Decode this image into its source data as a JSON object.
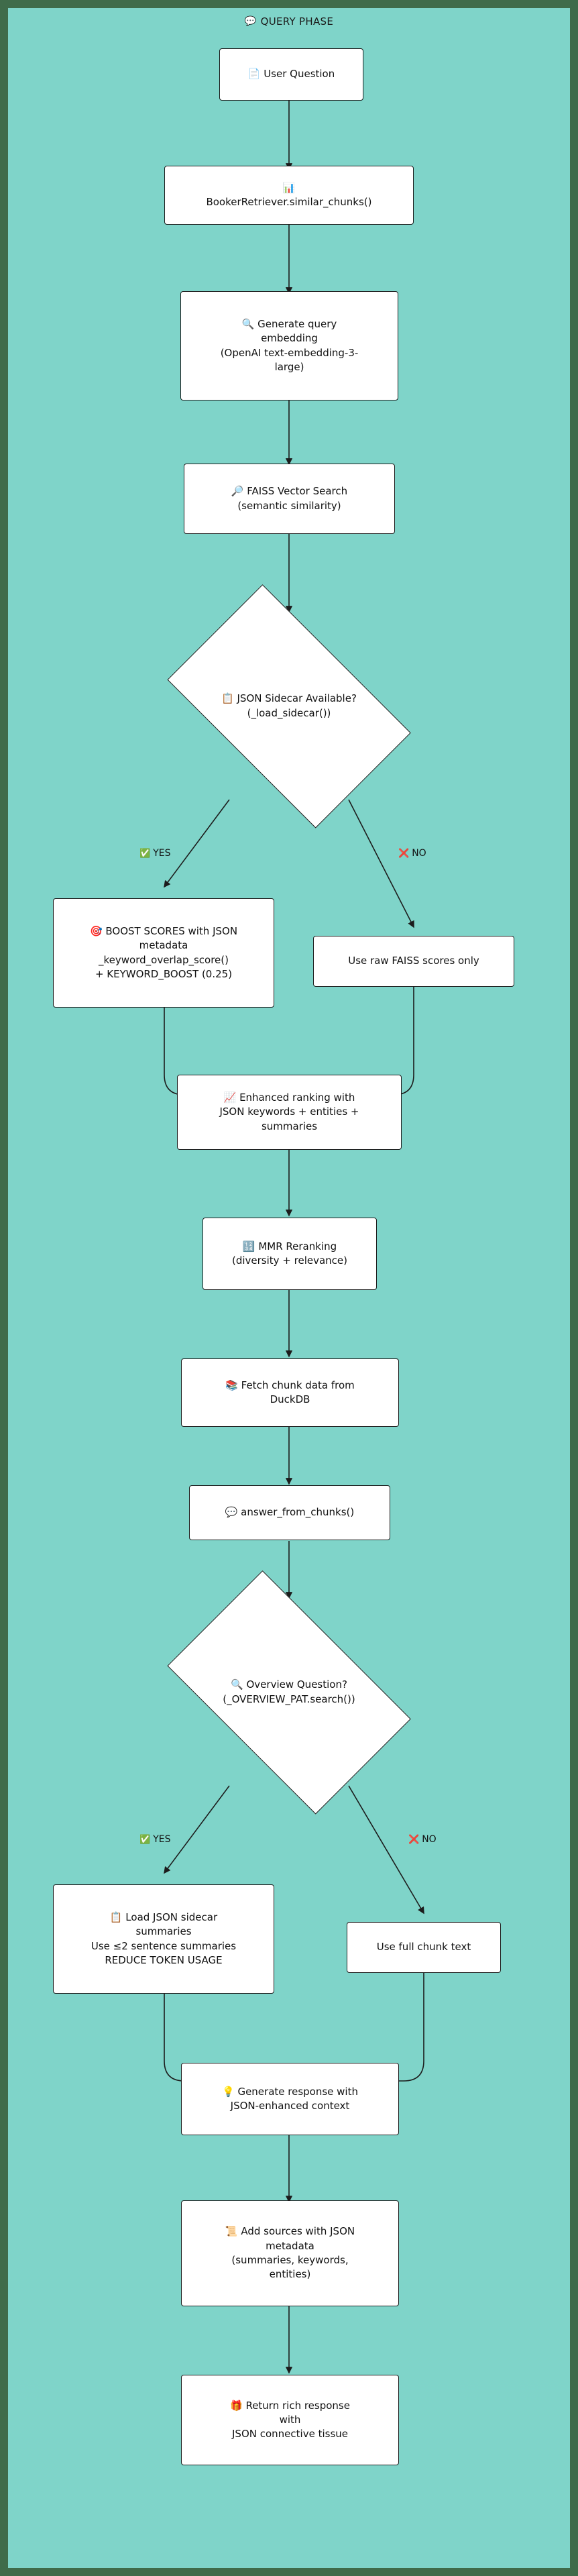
{
  "header": {
    "icon": "speech-bubble-icon",
    "title": "QUERY PHASE"
  },
  "colors": {
    "canvas": "#7fd4c9",
    "border": "#3f6b4a",
    "node_fill": "#ffffff",
    "stroke": "#1c1c1c",
    "yes_mark": "#3aa655",
    "no_mark": "#d33a2c"
  },
  "nodes": [
    {
      "id": "user-question",
      "shape": "box",
      "icon": "document-icon",
      "lines": [
        "📄 User Question"
      ]
    },
    {
      "id": "booker-retriever",
      "shape": "box",
      "icon": "bar-chart-icon",
      "lines": [
        "📊",
        "BookerRetriever.similar_chunks()"
      ]
    },
    {
      "id": "generate-query-embedding",
      "shape": "box",
      "icon": "magnifier-icon",
      "lines": [
        "🔍 Generate query",
        "embedding",
        "(OpenAI text-embedding-3-",
        "large)"
      ]
    },
    {
      "id": "faiss-vector-search",
      "shape": "box",
      "icon": "magnifier-icon",
      "lines": [
        "🔎 FAISS Vector Search",
        "(semantic similarity)"
      ]
    },
    {
      "id": "json-sidecar-available",
      "shape": "diamond",
      "icon": "clipboard-icon",
      "lines": [
        "📋 JSON Sidecar Available?",
        "(_load_sidecar())"
      ]
    },
    {
      "id": "boost-scores",
      "shape": "box",
      "icon": "target-icon",
      "lines": [
        "🎯 BOOST SCORES with JSON",
        "metadata",
        "_keyword_overlap_score()",
        "+ KEYWORD_BOOST (0.25)"
      ]
    },
    {
      "id": "raw-faiss-scores",
      "shape": "box",
      "icon": "",
      "lines": [
        "Use raw FAISS scores only"
      ]
    },
    {
      "id": "enhanced-ranking",
      "shape": "box",
      "icon": "chart-increasing-icon",
      "lines": [
        "📈 Enhanced ranking with",
        "JSON keywords + entities +",
        "summaries"
      ]
    },
    {
      "id": "mmr-reranking",
      "shape": "box",
      "icon": "abacus-icon",
      "lines": [
        "🔢 MMR Reranking",
        "(diversity + relevance)"
      ]
    },
    {
      "id": "fetch-chunk-data",
      "shape": "box",
      "icon": "books-icon",
      "lines": [
        "📚 Fetch chunk data from",
        "DuckDB"
      ]
    },
    {
      "id": "answer-from-chunks",
      "shape": "box",
      "icon": "speech-bubble-icon",
      "lines": [
        "💬 answer_from_chunks()"
      ]
    },
    {
      "id": "overview-question",
      "shape": "diamond",
      "icon": "magnifier-icon",
      "lines": [
        "🔍 Overview Question?",
        "(_OVERVIEW_PAT.search())"
      ]
    },
    {
      "id": "load-json-sidecar-summaries",
      "shape": "box",
      "icon": "clipboard-icon",
      "lines": [
        "📋 Load JSON sidecar",
        "summaries",
        "Use ≤2 sentence summaries",
        "REDUCE TOKEN USAGE"
      ]
    },
    {
      "id": "use-full-chunk-text",
      "shape": "box",
      "icon": "",
      "lines": [
        "Use full chunk text"
      ]
    },
    {
      "id": "generate-response",
      "shape": "box",
      "icon": "lightbulb-icon",
      "lines": [
        "💡 Generate response with",
        "JSON-enhanced context"
      ]
    },
    {
      "id": "add-sources",
      "shape": "box",
      "icon": "scroll-icon",
      "lines": [
        "📜 Add sources with JSON",
        "metadata",
        "(summaries, keywords,",
        "entities)"
      ]
    },
    {
      "id": "return-rich-response",
      "shape": "box",
      "icon": "package-icon",
      "lines": [
        "🎁 Return rich response",
        "with",
        "JSON connective tissue"
      ]
    }
  ],
  "edge_labels": [
    {
      "id": "sidecar-yes",
      "mark": "✅",
      "text": "YES"
    },
    {
      "id": "sidecar-no",
      "mark": "❌",
      "text": "NO"
    },
    {
      "id": "overview-yes",
      "mark": "✅",
      "text": "YES"
    },
    {
      "id": "overview-no",
      "mark": "❌",
      "text": "NO"
    }
  ]
}
